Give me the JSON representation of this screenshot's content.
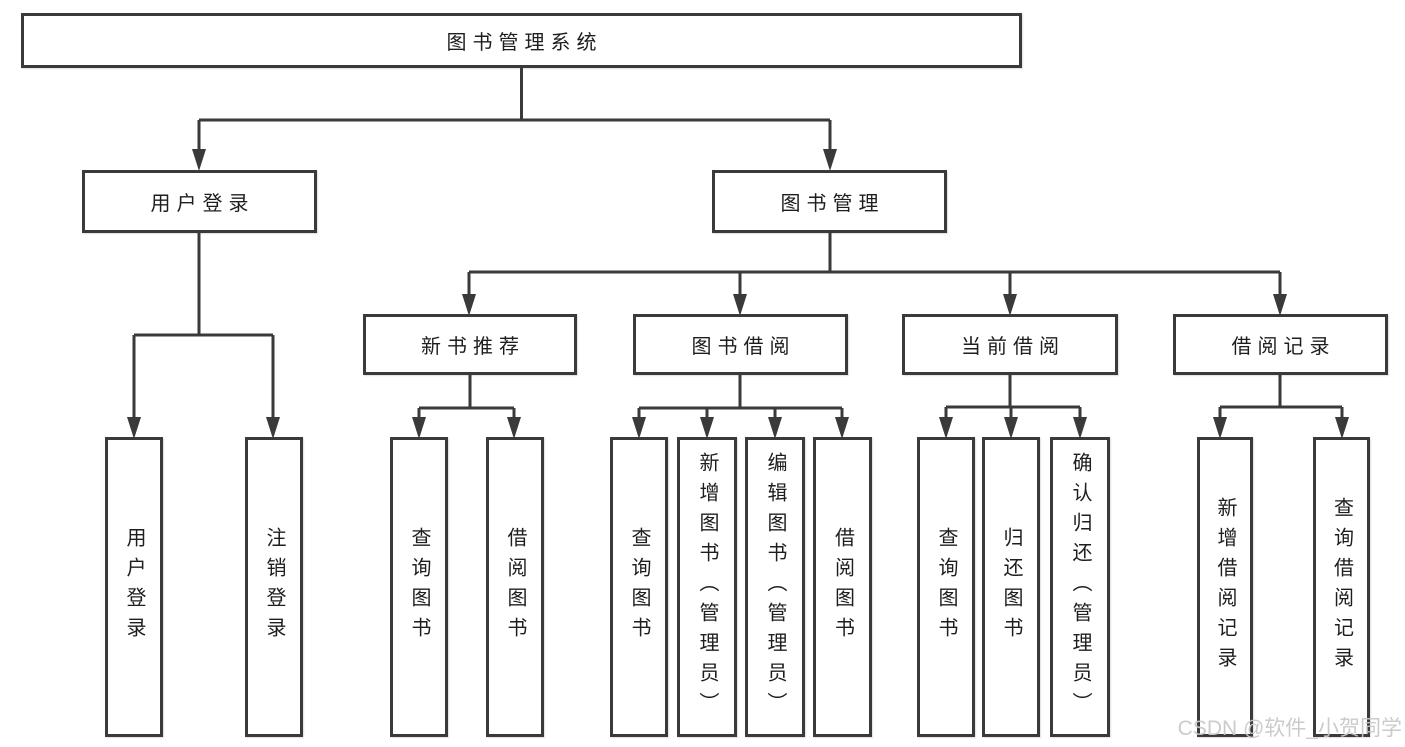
{
  "diagram": {
    "root": {
      "label": "图书管理系统"
    },
    "level2": [
      {
        "label": "用户登录"
      },
      {
        "label": "图书管理"
      }
    ],
    "level3": [
      {
        "label": "新书推荐"
      },
      {
        "label": "图书借阅"
      },
      {
        "label": "当前借阅"
      },
      {
        "label": "借阅记录"
      }
    ],
    "leaves": {
      "user_login": [
        {
          "label": "用户登录"
        },
        {
          "label": "注销登录"
        }
      ],
      "new_book_recommend": [
        {
          "label": "查询图书"
        },
        {
          "label": "借阅图书"
        }
      ],
      "book_borrow": [
        {
          "label": "查询图书"
        },
        {
          "label": "新增图书（管理员）"
        },
        {
          "label": "编辑图书（管理员）"
        },
        {
          "label": "借阅图书"
        }
      ],
      "current_borrow": [
        {
          "label": "查询图书"
        },
        {
          "label": "归还图书"
        },
        {
          "label": "确认归还（管理员）"
        }
      ],
      "borrow_records": [
        {
          "label": "新增借阅记录"
        },
        {
          "label": "查询借阅记录"
        }
      ]
    }
  },
  "watermark": {
    "text": "CSDN @软件_小贺同学"
  },
  "colors": {
    "line": "#3a3a3a",
    "text": "#1e1e1e",
    "background": "#ffffff",
    "watermark": "#c9c9c9"
  }
}
